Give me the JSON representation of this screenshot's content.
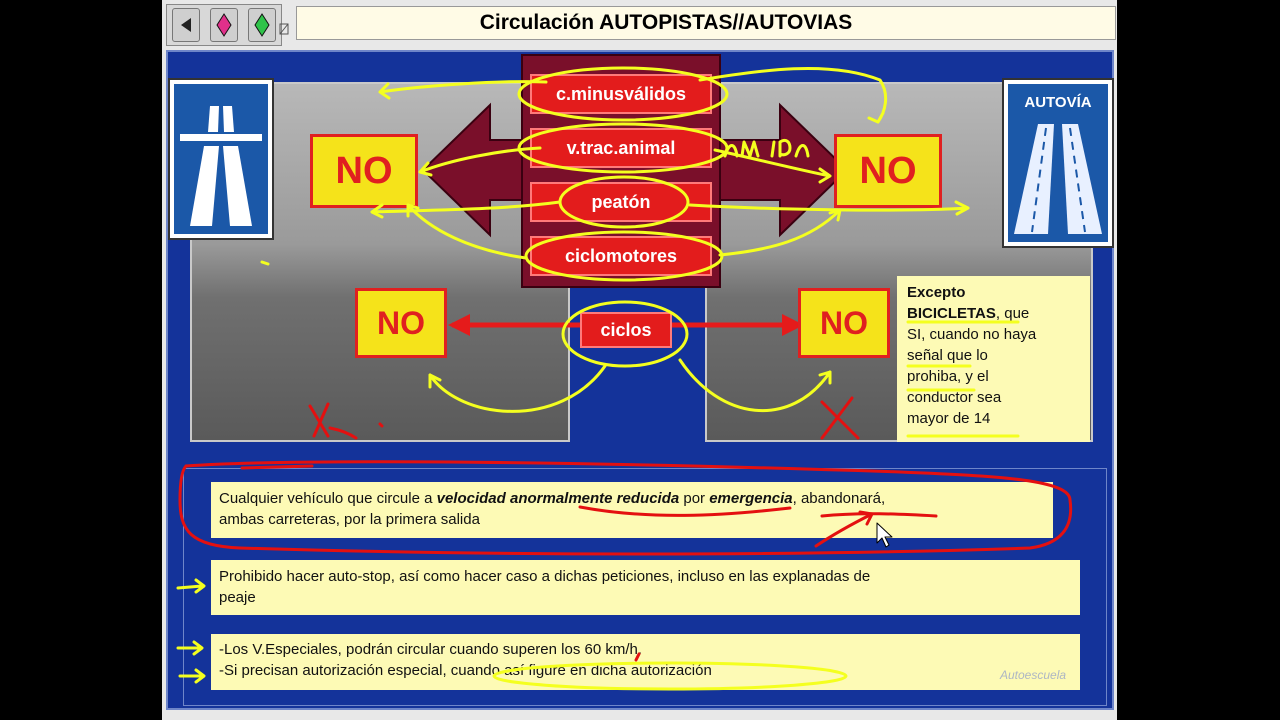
{
  "title": "Circulación AUTOPISTAS//AUTOVIAS",
  "nav": {
    "icons": [
      "back-arrow-icon",
      "pink-diamond-icon",
      "green-diamond-icon",
      "corner-icon"
    ]
  },
  "sign_right": {
    "label": "AUTOVÍA"
  },
  "vehicles": [
    "c.minusválidos",
    "v.trac.animal",
    "peatón",
    "ciclomotores"
  ],
  "cycles": "ciclos",
  "no_label": "NO",
  "handwriting": "animal",
  "exception": {
    "prefix": "Excepto",
    "bold": "BICICLETAS",
    "text1": ", que",
    "text2": "SI, cuando no haya",
    "text3": "señal que lo",
    "text4": "prohiba, y el",
    "text5": "conductor sea",
    "text6": "mayor de 14"
  },
  "note1": {
    "t1": "Cualquier vehículo que circule a ",
    "e1": "velocidad anormalmente reducida",
    "t2": " por ",
    "e2": "emergencia",
    "t3": ", abandonará,",
    "line2": "ambas carreteras, por la primera salida"
  },
  "note2": {
    "line1": "Prohibido hacer auto-stop, así como hacer caso a dichas peticiones, incluso en las explanadas de",
    "line2": "peaje"
  },
  "note3": {
    "line1": "-Los V.Especiales, podrán circular cuando superen los 60 km/h.",
    "line2": "-Si precisan autorización especial, cuando así figure en dicha autorización"
  },
  "watermark": "Autoescuela",
  "colors": {
    "slide_blue": "#14339a",
    "sign_red": "#e02020",
    "sign_yellow": "#f5e31a",
    "note_yellow": "#fdfab5",
    "marker_yellow": "#f4ff1f",
    "marker_red": "#e41010"
  }
}
